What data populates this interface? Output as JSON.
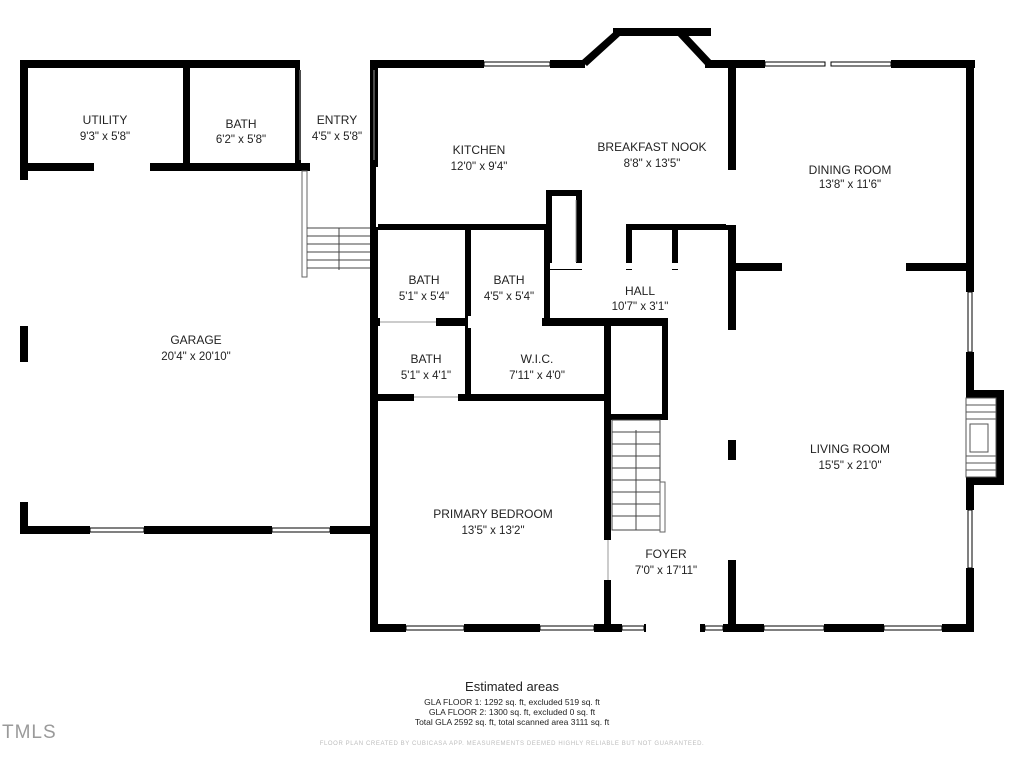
{
  "rooms": [
    {
      "name": "UTILITY",
      "dims": "9'3\" x 5'8\""
    },
    {
      "name": "BATH",
      "dims": "6'2\" x 5'8\""
    },
    {
      "name": "ENTRY",
      "dims": "4'5\" x 5'8\""
    },
    {
      "name": "KITCHEN",
      "dims": "12'0\" x 9'4\""
    },
    {
      "name": "BREAKFAST NOOK",
      "dims": "8'8\" x 13'5\""
    },
    {
      "name": "DINING ROOM",
      "dims": "13'8\" x 11'6\""
    },
    {
      "name": "GARAGE",
      "dims": "20'4\" x 20'10\""
    },
    {
      "name": "BATH",
      "dims": "5'1\" x 5'4\""
    },
    {
      "name": "BATH",
      "dims": "4'5\" x 5'4\""
    },
    {
      "name": "HALL",
      "dims": "10'7\" x 3'1\""
    },
    {
      "name": "BATH",
      "dims": "5'1\" x 4'1\""
    },
    {
      "name": "W.I.C.",
      "dims": "7'11\" x 4'0\""
    },
    {
      "name": "LIVING ROOM",
      "dims": "15'5\" x 21'0\""
    },
    {
      "name": "PRIMARY BEDROOM",
      "dims": "13'5\" x 13'2\""
    },
    {
      "name": "FOYER",
      "dims": "7'0\" x 17'11\""
    }
  ],
  "estimated_areas": {
    "title": "Estimated areas",
    "lines": [
      "GLA FLOOR 1: 1292 sq. ft, excluded 519 sq. ft",
      "GLA FLOOR 2: 1300 sq. ft, excluded 0 sq. ft",
      "Total GLA 2592 sq. ft, total scanned area 3111 sq. ft"
    ]
  },
  "disclaimer": "FLOOR PLAN CREATED BY CUBICASA APP. MEASUREMENTS DEEMED HIGHLY RELIABLE BUT NOT GUARANTEED.",
  "logo_text": "TMLS",
  "colors": {
    "wall": "#000000",
    "window": "#ffffff",
    "label": "#222222"
  }
}
